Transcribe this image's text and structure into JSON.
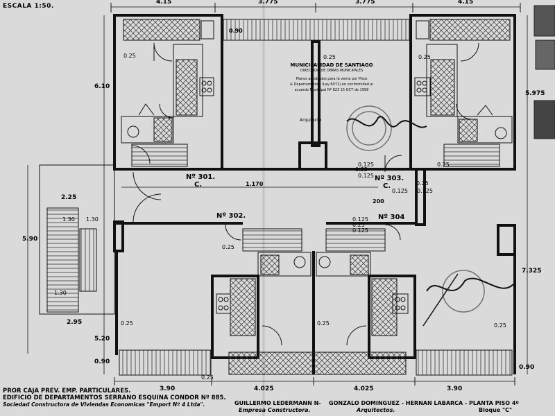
{
  "scale": "ESCALA 1:50.",
  "stamp": {
    "title": "MUNICIPALIDAD DE SANTIAGO",
    "subtitle": "DIRECCION DE OBRAS MUNICIPALES",
    "line1": "Planos aprobados para la venta por Pisos",
    "line2": "& Departamentos (Ley 6071) en conformidad al",
    "line3": "acuerdo Municipal Nº 623 15 OCT de 1958",
    "architect": "Arquitecto"
  },
  "units": [
    {
      "id": "301",
      "label": "Nº 301.",
      "block": "C."
    },
    {
      "id": "303",
      "label": "Nº 303.",
      "block": "C."
    },
    {
      "id": "302",
      "label": "Nº 302."
    },
    {
      "id": "304",
      "label": "Nº 304"
    }
  ],
  "dimensions": {
    "top": [
      "4.15",
      "3.775",
      "3.775",
      "4.15"
    ],
    "bottom": [
      "3.90",
      "4.025",
      "4.025",
      "3.90"
    ],
    "left": [
      "6.10",
      "2.25",
      "5.90",
      "1.30",
      "1.30",
      "1.30",
      "2.95",
      "5.20",
      "0.90"
    ],
    "right": [
      "5.975",
      "7.325",
      "0.90"
    ],
    "inner": [
      "0.90",
      "0.25",
      "0.25",
      "0.25",
      "0.25",
      "0.25",
      "0.25",
      "0.125",
      "0.125",
      "0.125",
      "0.125",
      "0.25",
      "0.25",
      "0.125",
      "0.125",
      "0.25",
      "0.25",
      "0.25",
      "0.25",
      "1.170",
      "200"
    ]
  },
  "footer": {
    "line1": "PROR CAJA PREV. EMP. PARTICULARES.",
    "line2": "EDIFICIO DE DEPARTAMENTOS SERRANO ESQUINA CONDOR Nº 885.",
    "line3": "Sociedad Constructora de Viviendas Economicas \"Emport Nº 4 Ltda\".",
    "builder": "GUILLERMO LEDERMANN N-",
    "builder_role": "Empresa Constructora.",
    "architects": "GONZALO DOMINGUEZ - HERNAN LABARCA -",
    "architects_role": "Arquitectos.",
    "plan": "PLANTA PISO 4º",
    "block": "Bloque \"C\""
  }
}
